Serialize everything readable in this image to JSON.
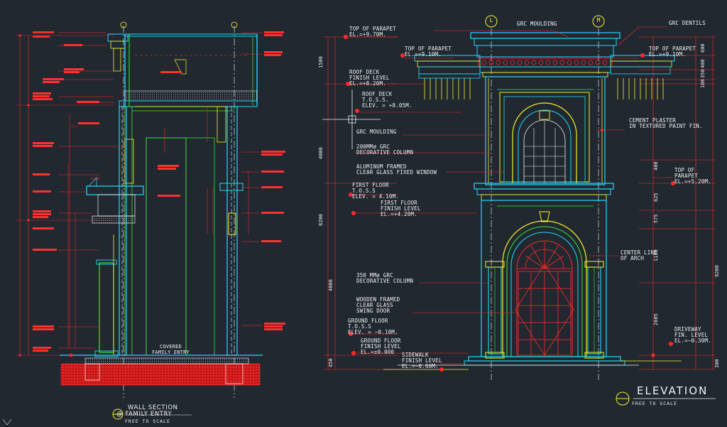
{
  "drawings": {
    "left_title": "WALL SECTION",
    "left_subtitle": "@ FAMILY ENTRY",
    "left_scale": "FREE      TO      SCALE",
    "right_title": "ELEVATION",
    "right_scale": "FREE      TO      SCALE"
  },
  "grid": {
    "left_a": "L",
    "left_b": "M",
    "right_l": "L",
    "right_m": "M"
  },
  "elevation_labels": {
    "grc_moulding_top": "GRC MOULDING",
    "grc_dentils": "GRC DENTILS",
    "top_parapet_1": "TOP OF PARAPET",
    "top_parapet_1_el": "EL.=+9.70M.",
    "top_parapet_2": "TOP OF PARAPET",
    "top_parapet_2_el": "EL.=+9.10M.",
    "top_parapet_3": "TOP OF PARAPET",
    "top_parapet_3_el": "EL.=+9.10M.",
    "roof_deck_ffl": "ROOF DECK\nFINISH LEVEL\nEL.=+8.20M.",
    "roof_deck_toss": "ROOF DECK\nT.O.S.S.\nELEV. = +8.05M.",
    "cement_plaster": "CEMENT PLASTER\nIN TEXTURED PAINT FIN.",
    "grc_moulding": "GRC MOULDING",
    "grc_column_200": "200MMø GRC\nDECORATIVE COLUMN",
    "alum_window": "ALUMINUM FRAMED\nCLEAR GLASS FIXED WINDOW",
    "top_parapet_4": "TOP OF\nPARAPET\nEL.=+5.20M.",
    "first_floor_toss": "FIRST FLOOR\nT.O.S.S\nELEV. = 4.10M.",
    "first_floor_ffl": "FIRST FLOOR\nFINISH LEVEL\nEL.=+4.20M.",
    "center_arch": "CENTER LINE\nOF ARCH",
    "grc_column_350": "350 MMø GRC\nDECORATIVE COLUMN",
    "wood_door": "WOODEN FRAMED\nCLEAR GLASS\nSWING DOOR",
    "ground_toss": "GROUND FLOOR\nT.O.S.S\nELEV. = −0.10M.",
    "ground_ffl": "GROUND FLOOR\nFINISH LEVEL\nEL.=±0.000",
    "sidewalk": "SIDEWALK\nFINISH LEVEL\nEL.=−0.60M.",
    "driveway": "DRIVEWAY\nFIN. LEVEL\nEL.=−0.30M."
  },
  "elevation_dims_left": [
    "1500",
    "4000",
    "8200",
    "4000",
    "450"
  ],
  "elevation_dims_right": [
    "600",
    "400",
    "350",
    "100",
    "400",
    "625",
    "575",
    "1150",
    "2605",
    "9200",
    "300"
  ],
  "section_labels": {
    "covered_entry": "COVERED\nFAMILY ENTRY",
    "slope": "SLOPE"
  },
  "colors": {
    "background": "#212830",
    "cyan": "#22d8ff",
    "yellow": "#f4f42a",
    "green": "#37e837",
    "red": "#ff2a2a",
    "white": "#f2f2f2",
    "magenta": "#ff40ff"
  }
}
